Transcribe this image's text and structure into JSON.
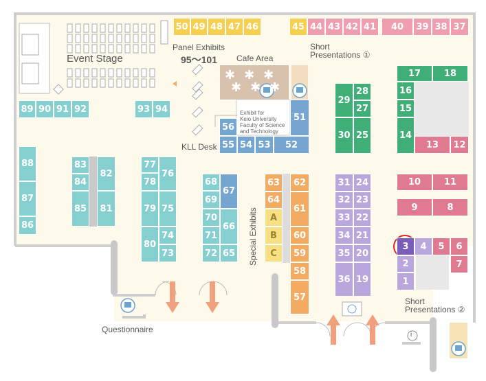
{
  "labels": {
    "event_stage": "Event Stage",
    "panel_exhibits": "Panel Exhibits",
    "panel_range": "95～101",
    "cafe_area": "Cafe Area",
    "short_pres_1": "Short Presentations ①",
    "short_pres_1_l1": "Short",
    "short_pres_1_l2": "Presentations ①",
    "short_pres_2_l1": "Short",
    "short_pres_2_l2": "Presentations ②",
    "keio_l1": "Exhibit for",
    "keio_l2": "Keio University",
    "keio_l3": "Faculty of Science",
    "keio_l4": "and Technology",
    "kll_desk": "KLL Desk",
    "special_exhibits": "Special Exhibits",
    "questionnaire": "Questionnaire",
    "info_icon": "i"
  },
  "highlighted_booth": "3",
  "colors": {
    "floor": "#fdfaeb",
    "highlight_ring": "#e0262d",
    "arrow": "#f0a07c"
  },
  "booths": {
    "b50": "50",
    "b49": "49",
    "b48": "48",
    "b47": "47",
    "b46": "46",
    "b45": "45",
    "b44": "44",
    "b43": "43",
    "b42": "42",
    "b41": "41",
    "b40": "40",
    "b39": "39",
    "b38": "38",
    "b37": "37",
    "b89": "89",
    "b90": "90",
    "b91": "91",
    "b92": "92",
    "b93": "93",
    "b94": "94",
    "b56": "56",
    "b51": "51",
    "b55": "55",
    "b54": "54",
    "b53": "53",
    "b52": "52",
    "b29": "29",
    "b28": "28",
    "b27": "27",
    "b30": "30",
    "b25": "25",
    "b17": "17",
    "b18": "18",
    "b16": "16",
    "b15": "15",
    "b14": "14",
    "b13": "13",
    "b12": "12",
    "b88": "88",
    "b87": "87",
    "b86": "86",
    "b83": "83",
    "b84": "84",
    "b85": "85",
    "b82": "82",
    "b81": "81",
    "b77": "77",
    "b78": "78",
    "b79": "79",
    "b80": "80",
    "b76": "76",
    "b75": "75",
    "b74": "74",
    "b73": "73",
    "b68": "68",
    "b69": "69",
    "b70": "70",
    "b71": "71",
    "b72": "72",
    "b67": "67",
    "b66": "66",
    "b65": "65",
    "b63": "63",
    "b64": "64",
    "bA": "A",
    "bB": "B",
    "bC": "C",
    "b62": "62",
    "b61": "61",
    "b60": "60",
    "b59": "59",
    "b58": "58",
    "b57": "57",
    "b31": "31",
    "b32": "32",
    "b33": "33",
    "b34": "34",
    "b35": "35",
    "b36": "36",
    "b24": "24",
    "b23": "23",
    "b22": "22",
    "b21": "21",
    "b20": "20",
    "b19": "19",
    "b10": "10",
    "b11": "11",
    "b9": "9",
    "b8": "8",
    "b3": "3",
    "b4": "4",
    "b5": "5",
    "b6": "6",
    "b7": "7",
    "b2": "2",
    "b1": "1"
  }
}
